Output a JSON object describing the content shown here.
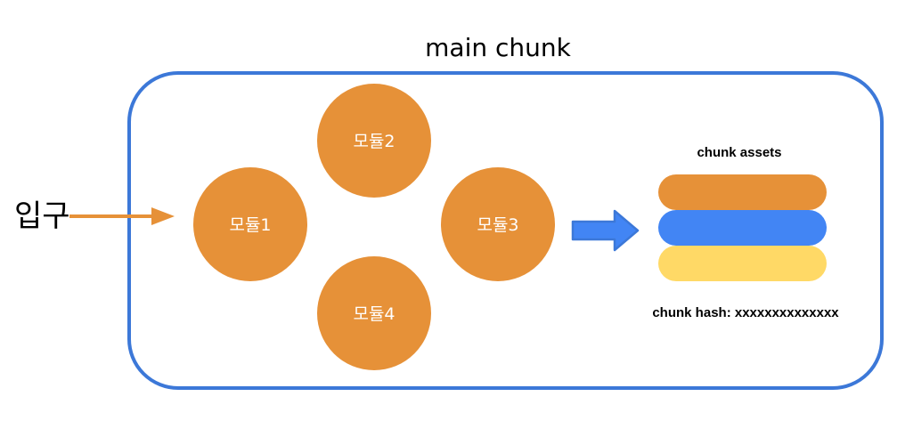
{
  "title": "main chunk",
  "entry_label": "입구",
  "modules": [
    {
      "label": "모듈1"
    },
    {
      "label": "모듈2"
    },
    {
      "label": "모듈3"
    },
    {
      "label": "모듈4"
    }
  ],
  "assets": {
    "title": "chunk assets",
    "bar_colors": [
      "#e69138",
      "#4285f4",
      "#ffd966"
    ]
  },
  "hash_label": "chunk hash: xxxxxxxxxxxxxx",
  "colors": {
    "container_border": "#3c78d8",
    "module_fill": "#e69138",
    "entry_arrow": "#e69138",
    "output_arrow": "#4285f4",
    "output_arrow_border": "#3c78d8"
  }
}
